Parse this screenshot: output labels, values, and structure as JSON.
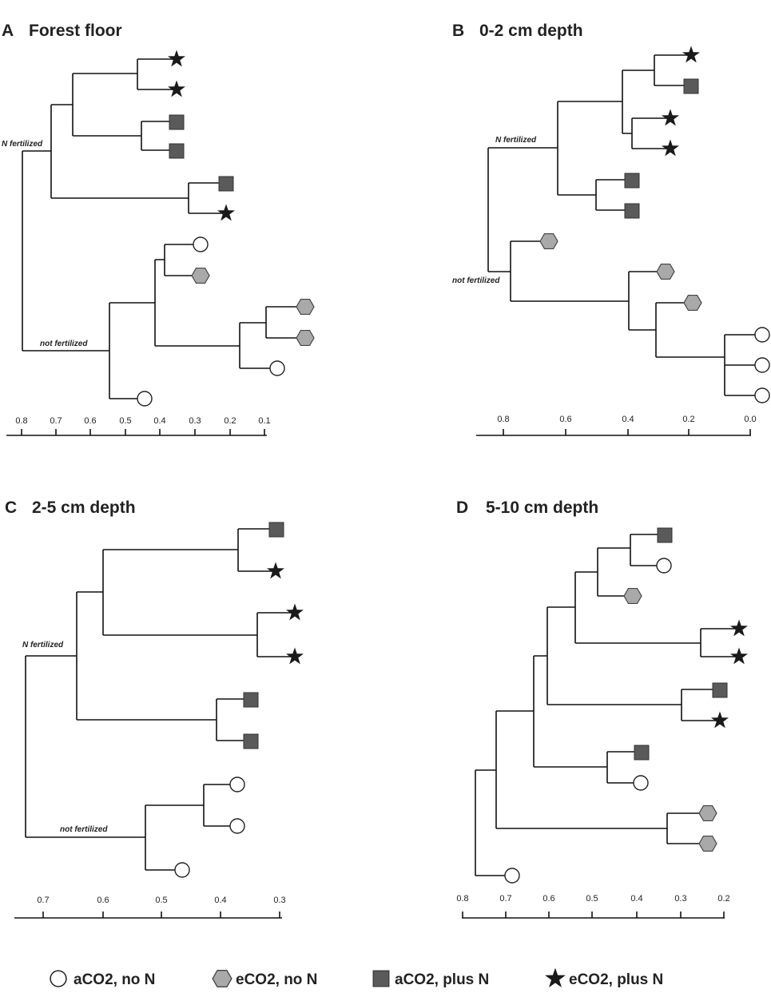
{
  "panels": [
    {
      "id": "A",
      "letter": "A",
      "title": "Forest floor",
      "ticks": [
        "0.8",
        "0.7",
        "0.6",
        "0.5",
        "0.4",
        "0.3",
        "0.2",
        "0.1"
      ],
      "clusters": [
        "N fertilized",
        "not fertilized"
      ]
    },
    {
      "id": "B",
      "letter": "B",
      "title": "0-2 cm depth",
      "ticks": [
        "0.8",
        "0.6",
        "0.4",
        "0.2",
        "0.0"
      ],
      "clusters": [
        "N fertilized",
        "not fertilized"
      ]
    },
    {
      "id": "C",
      "letter": "C",
      "title": "2-5 cm depth",
      "ticks": [
        "0.7",
        "0.6",
        "0.5",
        "0.4",
        "0.3"
      ],
      "clusters": [
        "N fertilized",
        "not fertilized"
      ]
    },
    {
      "id": "D",
      "letter": "D",
      "title": "5-10 cm depth",
      "ticks": [
        "0.8",
        "0.7",
        "0.6",
        "0.5",
        "0.4",
        "0.3",
        "0.2"
      ],
      "clusters": []
    }
  ],
  "legend": [
    {
      "symbol": "circle",
      "label": "aCO2, no N"
    },
    {
      "symbol": "hexagon",
      "label": "eCO2, no N"
    },
    {
      "symbol": "square",
      "label": "aCO2, plus N"
    },
    {
      "symbol": "star",
      "label": "eCO2, plus N"
    }
  ],
  "colors": {
    "line": "#111111",
    "circle_fill": "#ffffff",
    "hexagon_fill": "#a9a9a9",
    "square_fill": "#5a5a5a",
    "star_fill": "#1a1a1a"
  }
}
